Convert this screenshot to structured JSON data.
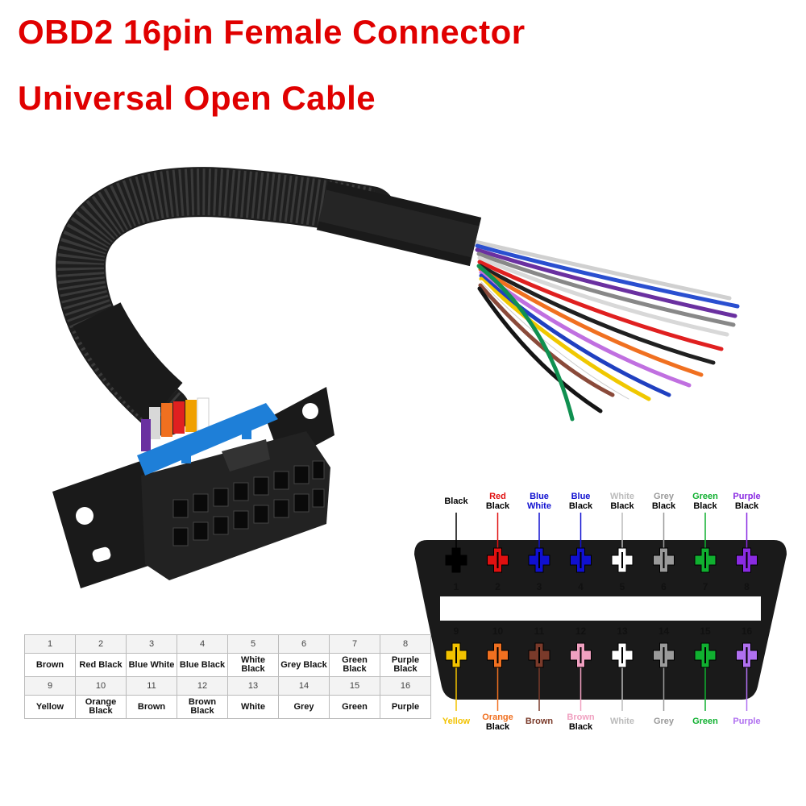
{
  "title_line1": "OBD2 16pin Female Connector",
  "title_line2": "Universal Open Cable",
  "pins": [
    {
      "number": "1",
      "top": "",
      "bottom": "Black",
      "color": "#000000"
    },
    {
      "number": "2",
      "top": "Red",
      "bottom": "Black",
      "color": "#e01010"
    },
    {
      "number": "3",
      "top": "Blue",
      "bottom": "White",
      "color": "#1010d0"
    },
    {
      "number": "4",
      "top": "Blue",
      "bottom": "Black",
      "color": "#1010d0"
    },
    {
      "number": "5",
      "top": "White",
      "bottom": "Black",
      "color": "#ffffff"
    },
    {
      "number": "6",
      "top": "Grey",
      "bottom": "Black",
      "color": "#9a9a9a"
    },
    {
      "number": "7",
      "top": "Green",
      "bottom": "Black",
      "color": "#10b030"
    },
    {
      "number": "8",
      "top": "Purple",
      "bottom": "Black",
      "color": "#8a2be2"
    },
    {
      "number": "9",
      "top": "",
      "bottom": "Yellow",
      "color": "#f2c200"
    },
    {
      "number": "10",
      "top": "Orange",
      "bottom": "Black",
      "color": "#f07020"
    },
    {
      "number": "11",
      "top": "",
      "bottom": "Brown",
      "color": "#7a3a2a"
    },
    {
      "number": "12",
      "top": "Brown",
      "bottom": "Black",
      "color": "#f0a0c0"
    },
    {
      "number": "13",
      "top": "",
      "bottom": "White",
      "color": "#ffffff"
    },
    {
      "number": "14",
      "top": "",
      "bottom": "Grey",
      "color": "#9a9a9a"
    },
    {
      "number": "15",
      "top": "",
      "bottom": "Green",
      "color": "#10b030"
    },
    {
      "number": "16",
      "top": "",
      "bottom": "Purple",
      "color": "#b070f0"
    }
  ],
  "table": {
    "row1_numbers": [
      "1",
      "2",
      "3",
      "4",
      "5",
      "6",
      "7",
      "8"
    ],
    "row1_colors": [
      "Brown",
      "Red Black",
      "Blue White",
      "Blue Black",
      "White Black",
      "Grey Black",
      "Green Black",
      "Purple Black"
    ],
    "row2_numbers": [
      "9",
      "10",
      "11",
      "12",
      "13",
      "14",
      "15",
      "16"
    ],
    "row2_colors": [
      "Yellow",
      "Orange Black",
      "Brown",
      "Brown Black",
      "White",
      "Grey",
      "Green",
      "Purple"
    ]
  }
}
